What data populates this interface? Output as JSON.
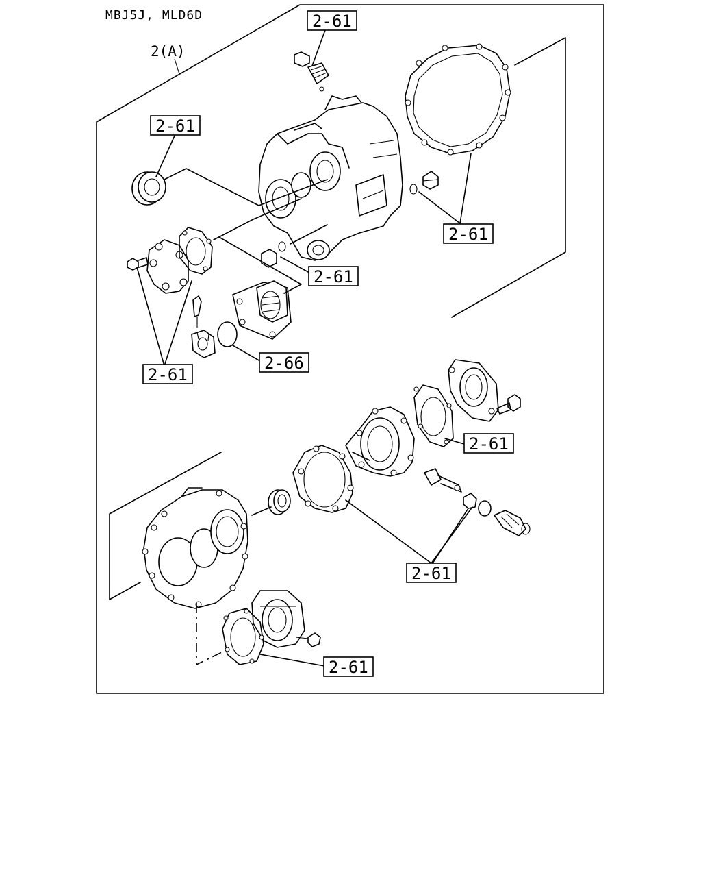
{
  "model": "MBJ5J, MLD6D",
  "group": "2(A)",
  "callouts": {
    "c1": "2-61",
    "c2": "2-61",
    "c3": "2-61",
    "c4": "2-61",
    "c5": "2-61",
    "c6": "2-66",
    "c7": "2-61",
    "c8": "2-61",
    "c9": "2-61"
  }
}
